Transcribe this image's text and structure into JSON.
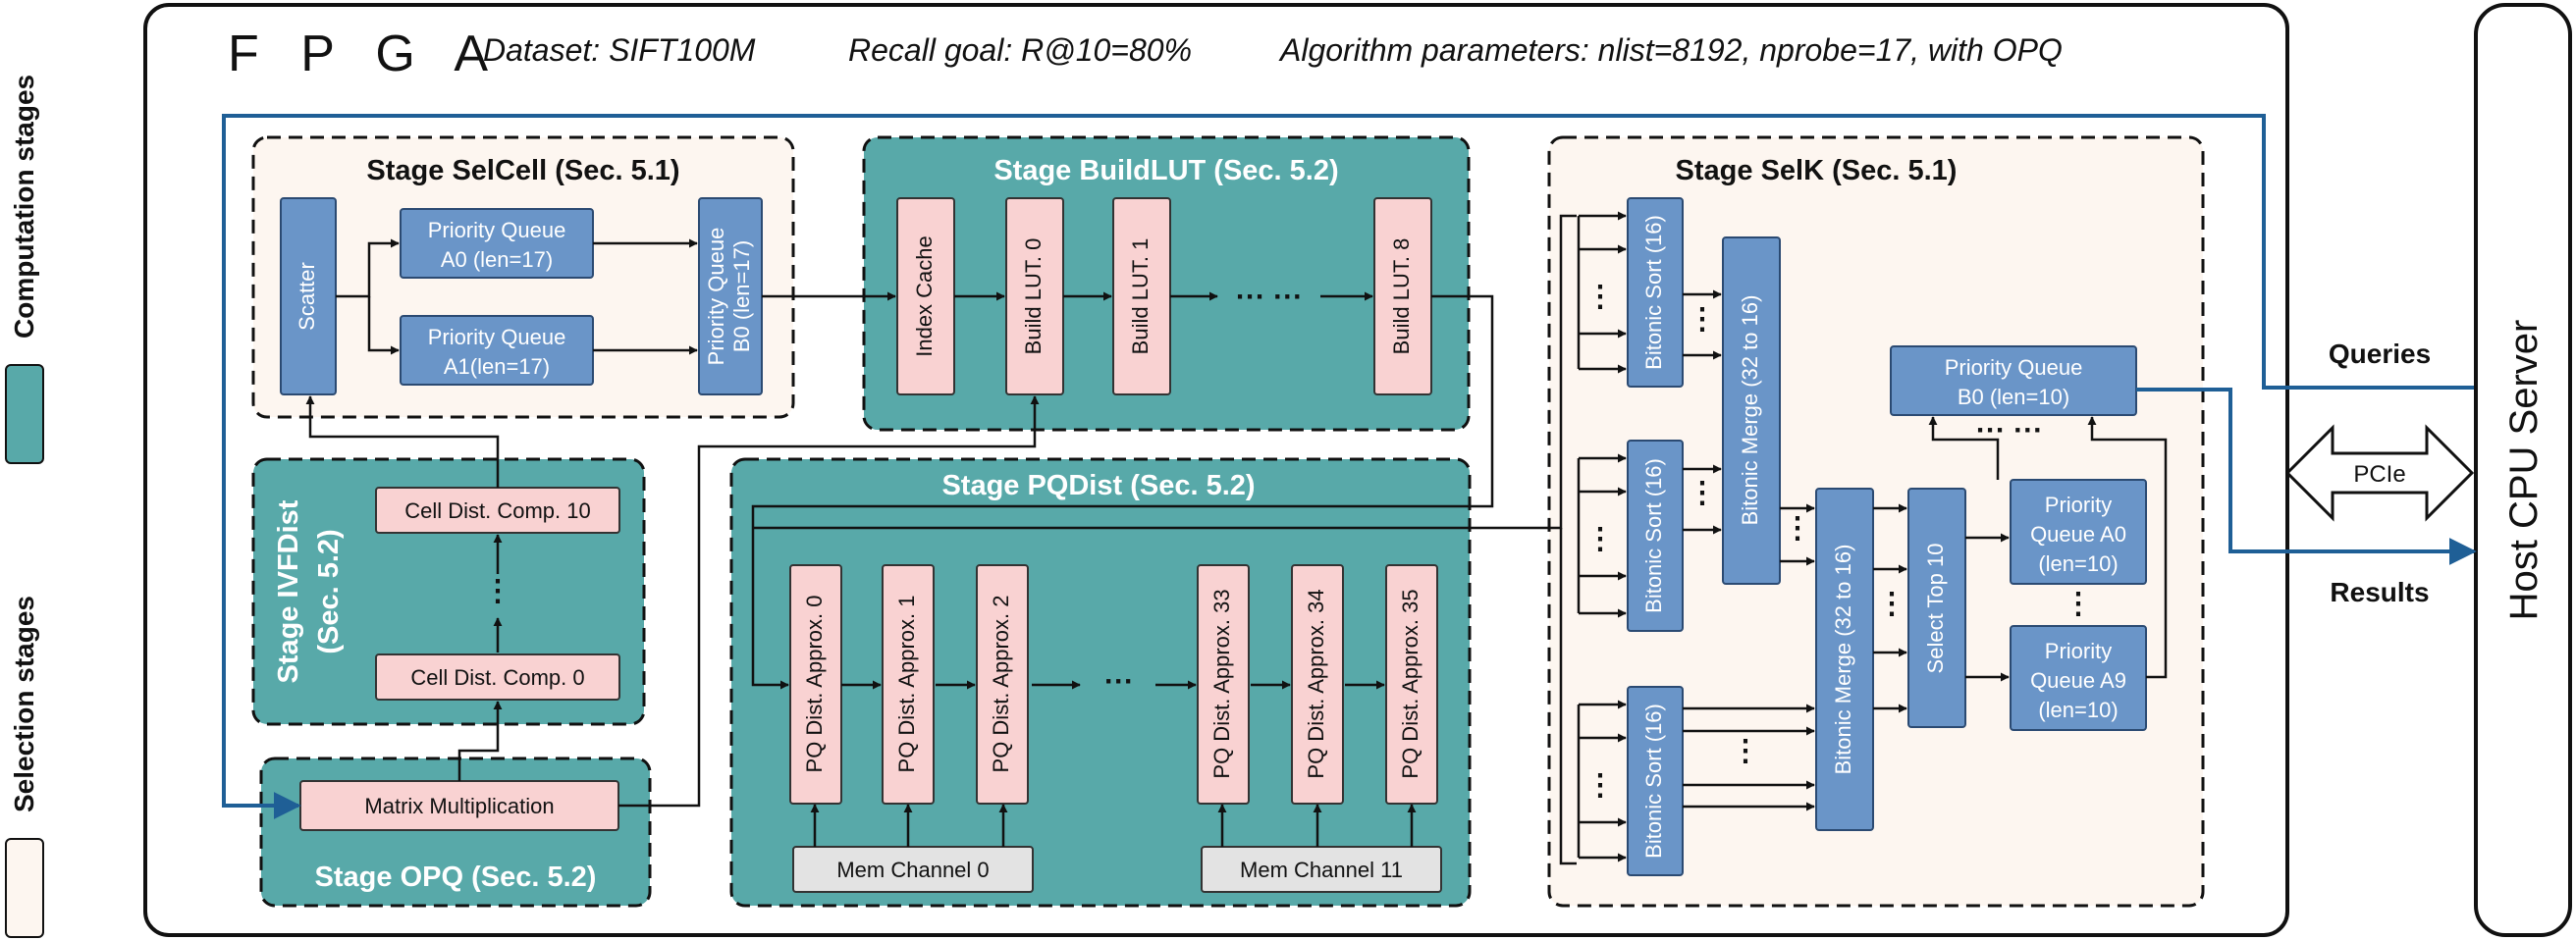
{
  "header": {
    "fpga": "F P G A",
    "dataset": "Dataset: SIFT100M",
    "recall": "Recall goal: R@10=80%",
    "params": "Algorithm parameters: nlist=8192, nprobe=17, with OPQ"
  },
  "legend": {
    "computation": "Computation stages",
    "selection": "Selection stages",
    "computation_color": "#58A9A9",
    "selection_color": "#FDF6F0"
  },
  "colors": {
    "teal": "#58A9A9",
    "cream": "#FDF6F0",
    "blue_box": "#6A95C8",
    "pink_box": "#F9D2D2",
    "gray_box": "#E3E3E3",
    "arrow_blue": "#1F5F96"
  },
  "stages": {
    "selcell": {
      "title": "Stage SelCell (Sec. 5.1)",
      "scatter": "Scatter",
      "pq_a0_l1": "Priority Queue",
      "pq_a0_l2": "A0 (len=17)",
      "pq_a1_l1": "Priority Queue",
      "pq_a1_l2": "A1(len=17)",
      "pq_b0_l1": "Priority Queue",
      "pq_b0_l2": "B0 (len=17)"
    },
    "buildlut": {
      "title": "Stage BuildLUT (Sec. 5.2)",
      "index_cache": "Index Cache",
      "lut0": "Build LUT. 0",
      "lut1": "Build LUT. 1",
      "lut8": "Build LUT. 8",
      "dots": "··· ···"
    },
    "ivfdist": {
      "title_l1": "Stage IVFDist",
      "title_l2": "(Sec. 5.2)",
      "comp10": "Cell Dist. Comp. 10",
      "comp0": "Cell Dist. Comp. 0",
      "dots": "⋮"
    },
    "opq": {
      "title": "Stage OPQ (Sec. 5.2)",
      "matmul": "Matrix Multiplication"
    },
    "pqdist": {
      "title": "Stage PQDist (Sec. 5.2)",
      "approx": [
        "PQ Dist. Approx. 0",
        "PQ Dist. Approx. 1",
        "PQ Dist. Approx. 2",
        "PQ Dist. Approx. 33",
        "PQ Dist. Approx. 34",
        "PQ Dist. Approx. 35"
      ],
      "mem0": "Mem Channel 0",
      "mem11": "Mem Channel 11",
      "dots": "···"
    },
    "selk": {
      "title": "Stage SelK (Sec. 5.1)",
      "bitonic_sort": "Bitonic Sort (16)",
      "bitonic_merge": "Bitonic Merge (32 to 16)",
      "select_top": "Select Top 10",
      "pq_b0_l1": "Priority Queue",
      "pq_b0_l2": "B0 (len=10)",
      "pq_a0_l1": "Priority",
      "pq_a0_l2": "Queue A0",
      "pq_a0_l3": "(len=10)",
      "pq_a9_l1": "Priority",
      "pq_a9_l2": "Queue A9",
      "pq_a9_l3": "(len=10)",
      "dots_h": "··· ···",
      "dots_v": "⋮"
    }
  },
  "io": {
    "queries": "Queries",
    "results": "Results",
    "pcie": "PCIe",
    "host": "Host CPU Server"
  }
}
